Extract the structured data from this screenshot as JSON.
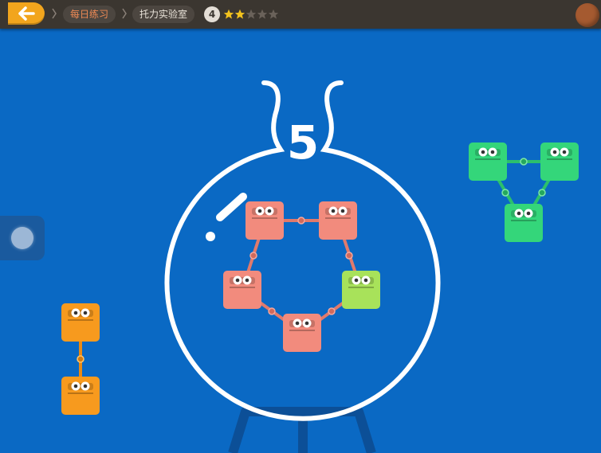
{
  "topbar": {
    "back_icon": "arrow-left-icon",
    "breadcrumb": [
      "每日练习",
      "托力实验室"
    ],
    "level_number": "4",
    "stars_total": 5,
    "stars_earned": 2,
    "colors": {
      "bar": "#3b3630",
      "back": "#f2a51d",
      "star": "#f2c21d"
    }
  },
  "game": {
    "flask_counter": "5",
    "colors": {
      "background": "#0a69c4",
      "pink": "#f28b7d",
      "lime": "#a8e25a",
      "green": "#34d67a",
      "orange": "#f79a1e"
    }
  }
}
